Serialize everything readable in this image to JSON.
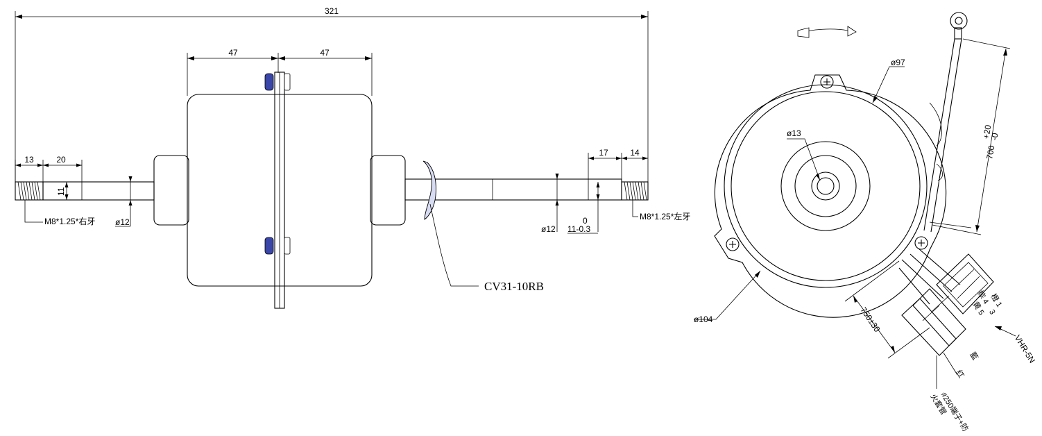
{
  "side_view": {
    "overall_length": "321",
    "left_half_width": "47",
    "right_half_width": "47",
    "left_thread_length": "13",
    "left_shaft_segment": "20",
    "shaft_flat": "11",
    "left_thread_spec": "M8*1.25*右牙",
    "left_shaft_diameter": "ø12",
    "right_shaft_diameter": "ø12",
    "right_tolerance_upper": "0",
    "right_tolerance_value": "11-0.3",
    "right_segment": "17",
    "right_thread_length": "14",
    "right_thread_spec": "M8*1.25*左牙",
    "part_label": "CV31-10RB"
  },
  "front_view": {
    "outer_diameter": "ø104",
    "inner_diameter": "ø97",
    "hub_diameter": "ø13",
    "lead_length": "700",
    "lead_tolerance_upper": "+20",
    "lead_tolerance_lower": "-0",
    "wire_length": "750±30",
    "connector_model": "VHR-5N",
    "wire_labels": [
      "橙 1",
      "棕 4",
      "3",
      "黄 5"
    ],
    "wire_red": "红",
    "wire_blue": "藍",
    "terminal_note_1": "#250端子+防",
    "terminal_note_2": "火套管"
  }
}
